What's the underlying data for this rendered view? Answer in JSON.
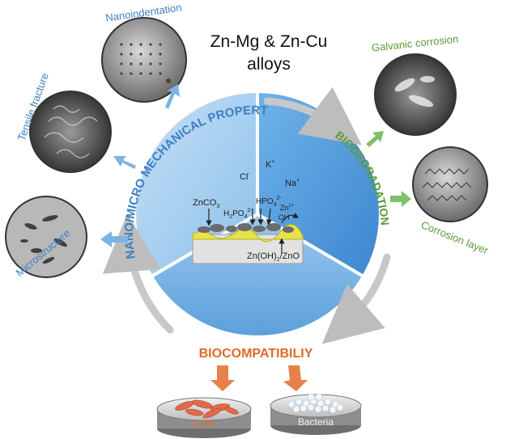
{
  "title": {
    "line1": "Zn-Mg & Zn-Cu",
    "line2": "alloys"
  },
  "sections": {
    "mechanical": "NANO/MICRO MECHANICAL PROPERTIES",
    "biodegradation": "BIODEGRADATION",
    "biocompatibility": "BIOCOMPATIBILIY"
  },
  "images": {
    "nanoindentation": "Nanoindentation",
    "tensile_fracture": "Tensile fracture",
    "microstructure": "Microstructure",
    "galvanic_corrosion": "Galvanic corrosion",
    "corrosion_layer": "Corrosion layer"
  },
  "dishes": {
    "cells": "Cells",
    "bacteria": "Bacteria"
  },
  "chemistry": {
    "cl": "Cl",
    "cl_sup": "-",
    "k": "K",
    "k_sup": "+",
    "na": "Na",
    "na_sup": "+",
    "znco3": "ZnCO",
    "znco3_sub": "3",
    "h2po4_a": "H",
    "h2po4_sub1": "2",
    "h2po4_b": "PO",
    "h2po4_sub2": "4",
    "h2po4_sup": "2-",
    "hpo4_a": "HPO",
    "hpo4_sub": "4",
    "hpo4_sup": "2-",
    "zn2": "Zn",
    "zn2_sup": "2+",
    "oh": "OH",
    "oh_sup": "-",
    "znoh_a": "Zn(OH)",
    "znoh_sub": "2",
    "znoh_b": "/ZnO"
  },
  "colors": {
    "accent_blue": "#3f7fc0",
    "accent_green": "#5a9a3a",
    "accent_orange": "#e06a2a",
    "cells_red": "#d85a3a"
  }
}
